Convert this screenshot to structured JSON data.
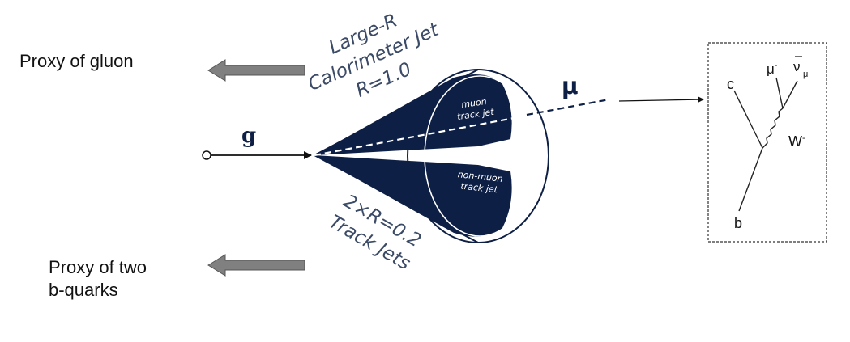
{
  "labels": {
    "proxy_gluon": "Proxy of gluon",
    "proxy_bquarks_line1": "Proxy of two",
    "proxy_bquarks_line2": "b-quarks",
    "large_r_line1": "Large-R",
    "large_r_line2": "Calorimeter Jet",
    "large_r_line3": "R=1.0",
    "track_jets_line1": "2×R=0.2",
    "track_jets_line2": "Track Jets",
    "gluon_symbol": "g",
    "muon_symbol": "μ",
    "muon_track_jet_line1": "muon",
    "muon_track_jet_line2": "track jet",
    "nonmuon_track_jet_line1": "non-muon",
    "nonmuon_track_jet_line2": "track jet"
  },
  "decay_box": {
    "c": "c",
    "b": "b",
    "w": "W",
    "w_sup": "-",
    "mu": "μ",
    "mu_sup": "-",
    "nu": "ν",
    "nu_sub": "μ"
  },
  "colors": {
    "navy": "#0e1f45",
    "arrow_gray": "#808080",
    "text": "#111111",
    "rotated_text": "#3b4a66"
  }
}
